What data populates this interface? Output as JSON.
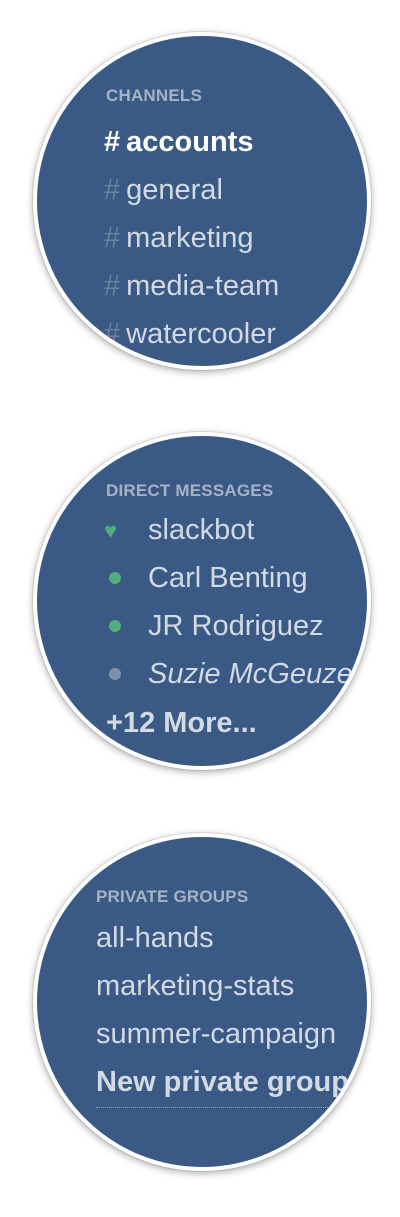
{
  "colors": {
    "sidebar_bg": "#3a5a85",
    "section_title": "#a5b3c7",
    "item_text": "#d2dae4",
    "active_text": "#ffffff",
    "hash": "#6c819e",
    "online": "#4fb07c",
    "away": "#7f91a8"
  },
  "channels": {
    "title": "CHANNELS",
    "items": [
      {
        "hash": "#",
        "label": "accounts",
        "active": true
      },
      {
        "hash": "#",
        "label": "general",
        "active": false
      },
      {
        "hash": "#",
        "label": "marketing",
        "active": false
      },
      {
        "hash": "#",
        "label": "media-team",
        "active": false
      },
      {
        "hash": "#",
        "label": "watercooler",
        "active": false
      }
    ]
  },
  "direct_messages": {
    "title": "DIRECT MESSAGES",
    "items": [
      {
        "label": "slackbot",
        "presence_icon": "heart-icon",
        "status": "online"
      },
      {
        "label": "Carl Benting",
        "presence_icon": "presence-dot-icon",
        "status": "online"
      },
      {
        "label": "JR Rodriguez",
        "presence_icon": "presence-dot-icon",
        "status": "online"
      },
      {
        "label": "Suzie McGeuze",
        "presence_icon": "presence-dot-icon",
        "status": "away"
      }
    ],
    "more_label": "+12 More..."
  },
  "private_groups": {
    "title": "PRIVATE GROUPS",
    "items": [
      {
        "label": "all-hands"
      },
      {
        "label": "marketing-stats"
      },
      {
        "label": "summer-campaign"
      }
    ],
    "new_group_label": "New private group"
  }
}
